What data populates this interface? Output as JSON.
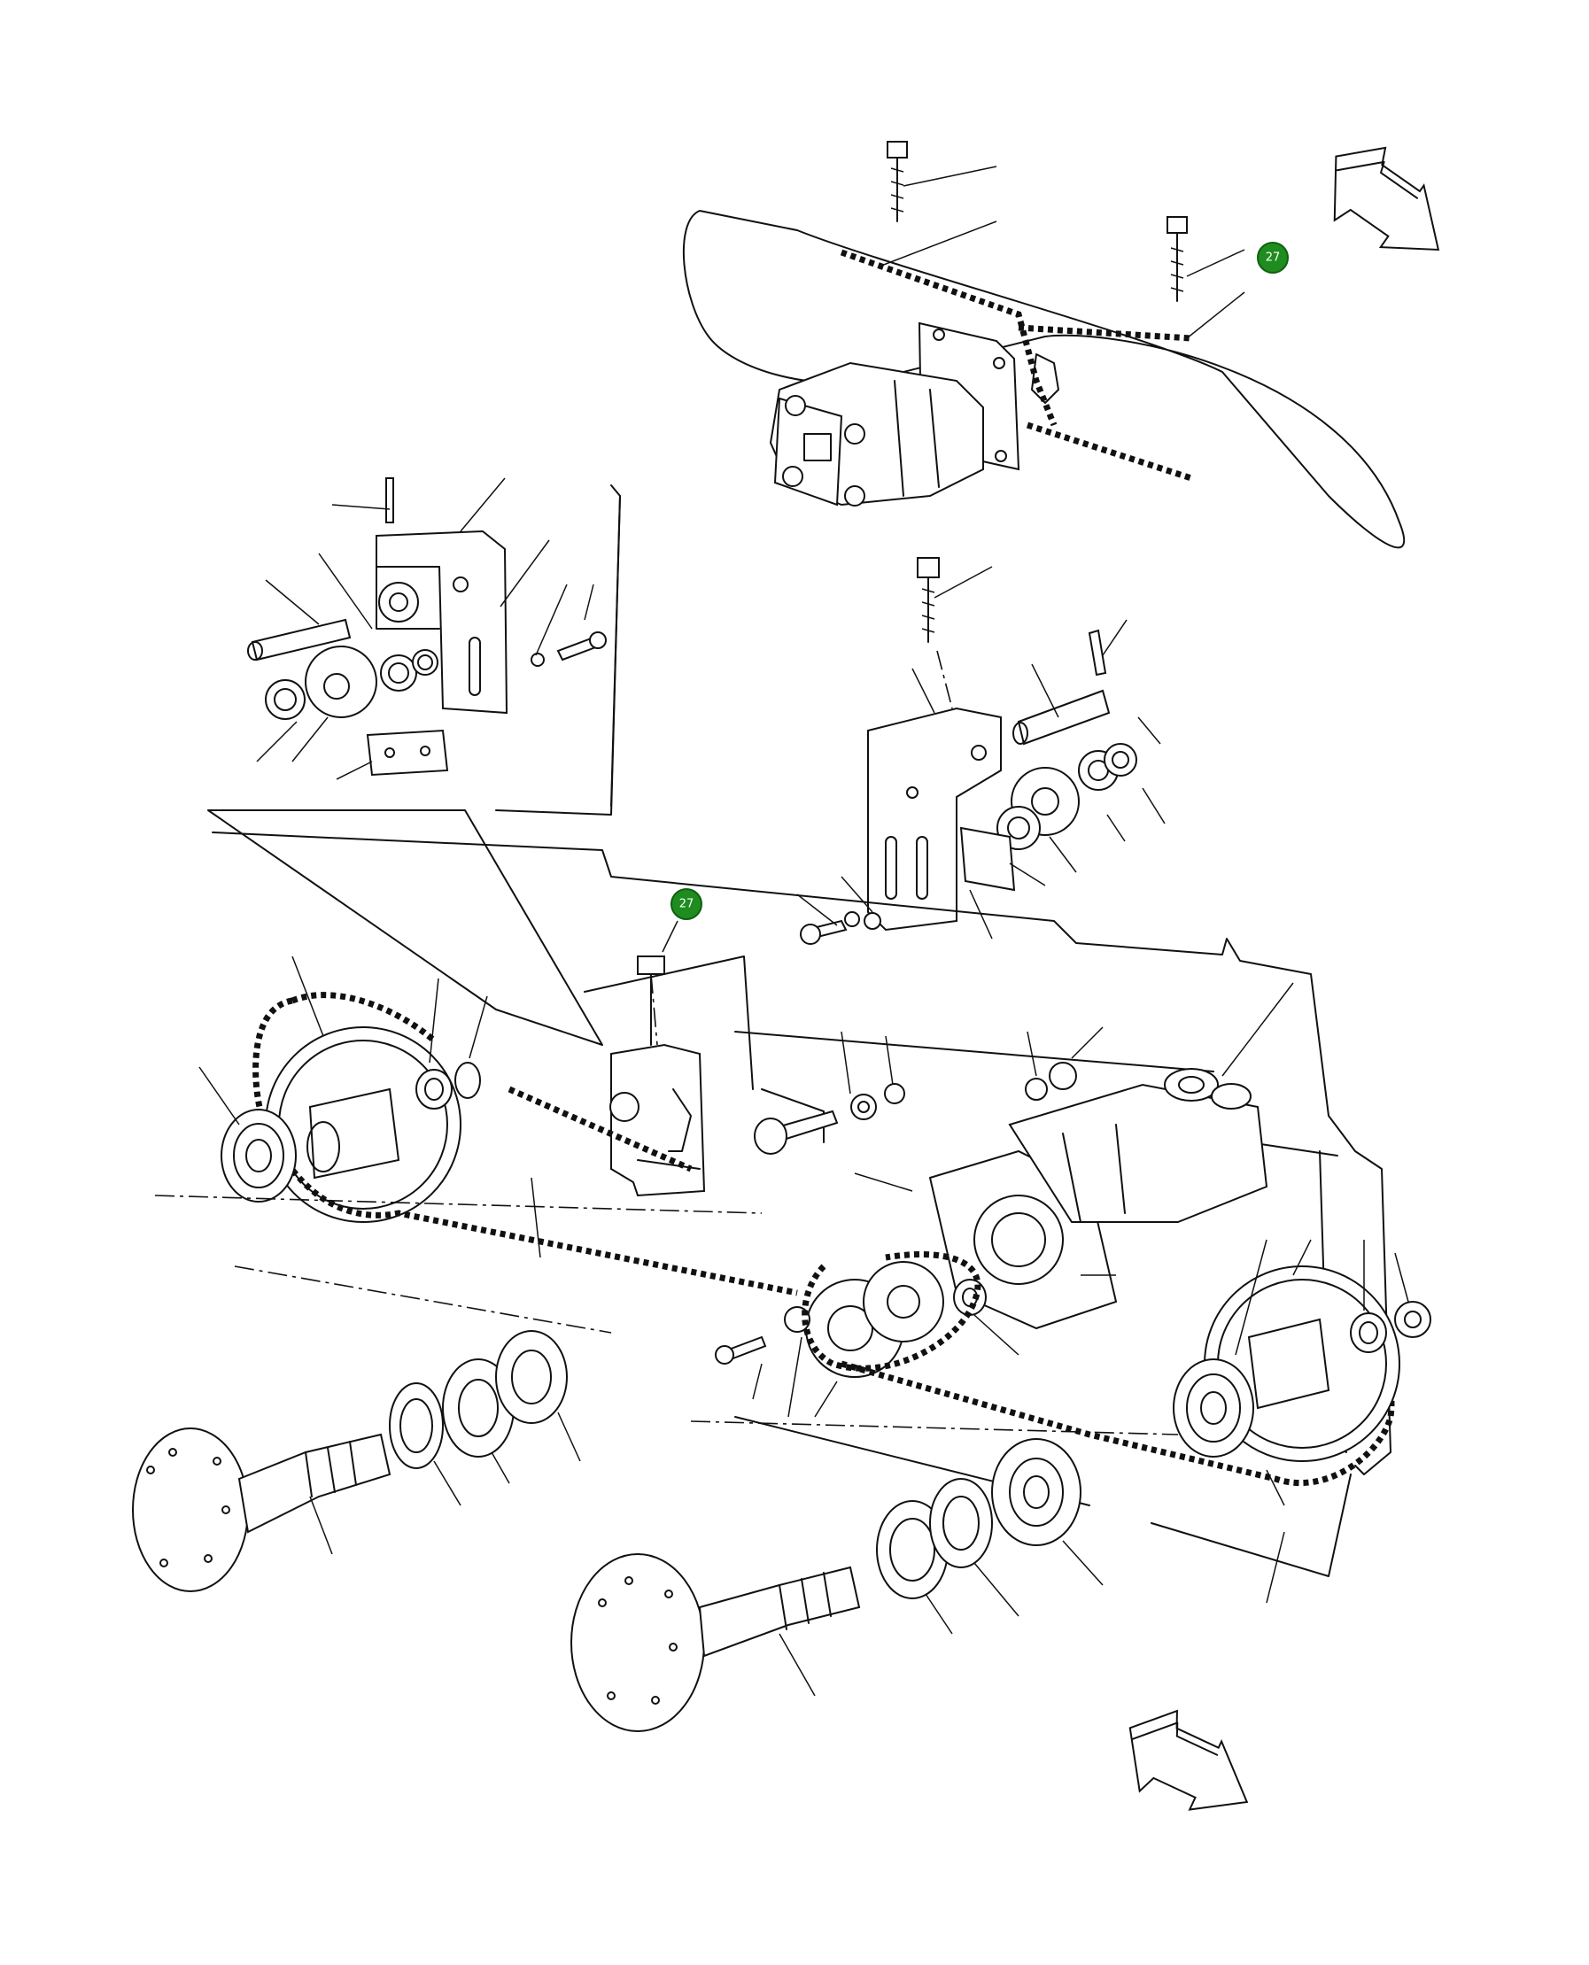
{
  "callouts": [
    {
      "id": "callout-top",
      "label": "27"
    },
    {
      "id": "callout-middle",
      "label": "27"
    }
  ],
  "colors": {
    "callout_fill": "#1e8c1e",
    "line": "#111111",
    "background": "#ffffff"
  },
  "icons": [
    "direction-arrow-icon",
    "direction-arrow-icon"
  ]
}
